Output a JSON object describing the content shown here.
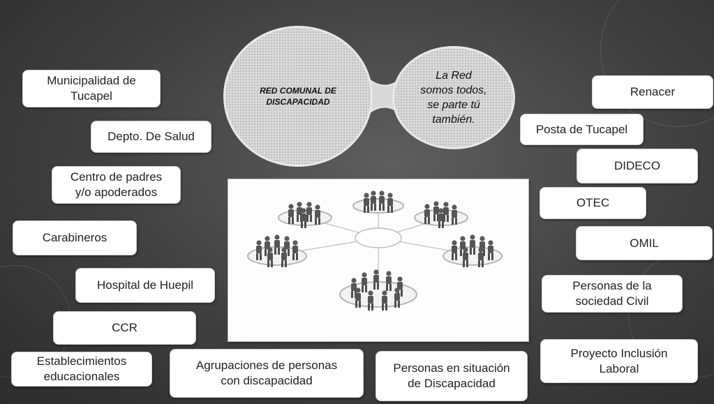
{
  "center": {
    "left_circle_lines": [
      "RED COMUNAL DE",
      "DISCAPACIDAD"
    ],
    "right_circle_lines": [
      "La Red",
      "somos todos,",
      "se parte tú",
      "también."
    ]
  },
  "image": {
    "icon": "people-network-icon"
  },
  "colors": {
    "background": "#3f3f3f",
    "box": "#ffffff",
    "circle": "#d9d9d9"
  },
  "boxes": {
    "municipalidad": [
      "Municipalidad de",
      "Tucapel"
    ],
    "depto_salud": [
      "Depto. De Salud"
    ],
    "centro_padres": [
      "Centro de padres",
      "y/o apoderados"
    ],
    "carabineros": [
      "Carabineros"
    ],
    "hospital": [
      "Hospital de Huepil"
    ],
    "ccr": [
      "CCR"
    ],
    "establecimientos": [
      "Establecimientos",
      "educacionales"
    ],
    "agrupaciones": [
      "Agrupaciones de personas",
      "con discapacidad"
    ],
    "personas_situacion": [
      "Personas en situación",
      "de Discapacidad"
    ],
    "renacer": [
      "Renacer"
    ],
    "posta": [
      "Posta de Tucapel"
    ],
    "dideco": [
      "DIDECO"
    ],
    "otec": [
      "OTEC"
    ],
    "omil": [
      "OMIL"
    ],
    "sociedad_civil": [
      "Personas de la",
      "sociedad Civil"
    ],
    "proyecto": [
      "Proyecto Inclusión",
      "Laboral"
    ]
  }
}
